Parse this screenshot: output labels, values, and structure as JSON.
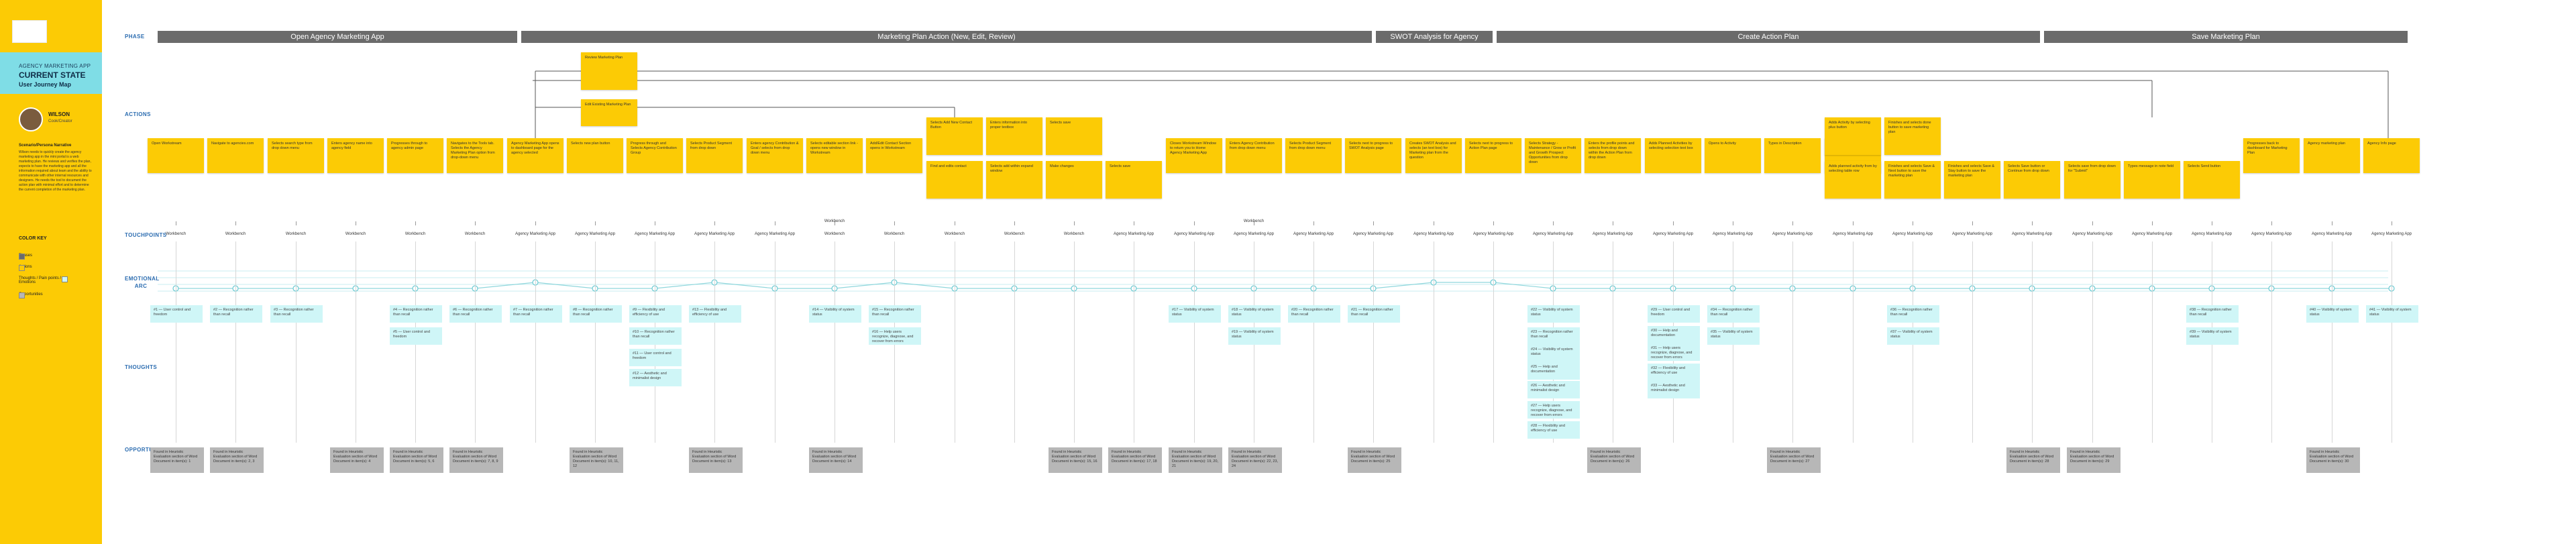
{
  "sidebar": {
    "app_name": "AGENCY MARKETING APP",
    "state": "CURRENT STATE",
    "map_type": "User Journey Map",
    "persona_name": "WILSON",
    "persona_role": "Cook/Creator",
    "goals_title": "Scenario/Persona Narrative",
    "goals_text": "Wilson needs to quickly create the agency marketing app in the mini portal is a web marketing plan. He reviews and verifies the plan, expects to have the marketing app and all the information required about team and the ability to communicate with other internal resources and designers. He needs the tool to document the action plan with minimal effort and to determine the current completion of the marketing plan.",
    "color_key_title": "COLOR KEY",
    "key_items": [
      {
        "label": "Phases",
        "color": "#6b6b6b"
      },
      {
        "label": "Actions",
        "color": "#fccb05"
      },
      {
        "label": "Thoughts / Pain points / Emotions",
        "color": "#cff6f7"
      },
      {
        "label": "Opportunities",
        "color": "#b7b7b7"
      }
    ]
  },
  "row_labels": {
    "phase": "PHASE",
    "actions": "ACTIONS",
    "touchpoints": "TOUCHPOINTS",
    "emotional_arc": "EMOTIONAL ARC",
    "thoughts": "THOUGHTS",
    "opportunities": "OPPORTUNITIES"
  },
  "stages": [
    {
      "label": "Open Agency Marketing App"
    },
    {
      "label": "Marketing Plan Action (New, Edit, Review)"
    },
    {
      "label": "SWOT Analysis for Agency"
    },
    {
      "label": "Create Action Plan"
    },
    {
      "label": "Save Marketing Plan"
    }
  ],
  "actions": [
    {
      "text": "Open Workstream"
    },
    {
      "text": "Navigate to agencies.com"
    },
    {
      "text": "Selects search type from drop down menu"
    },
    {
      "text": "Enters agency name into agency field"
    },
    {
      "text": "Progresses through to agency admin page"
    },
    {
      "text": "Navigates to the Tools tab. Selects the Agency Marketing Plan option from drop-down menu"
    },
    {
      "text": "Agency Marketing App opens to dashboard page for the agency selected"
    },
    {
      "text": "Selects new plan button"
    },
    {
      "text": "Progress through and Selects Agency Contribution Group"
    },
    {
      "text": "Selects Product Segment from drop down"
    },
    {
      "text": "Enters agency Contribution & Goal / selects from drop down menu"
    },
    {
      "text": "Selects editable section link - opens new window in Workstream"
    },
    {
      "text": "Add/Edit Contact Section opens in Workstream"
    },
    {
      "text": "Selects Add New Contact Button"
    },
    {
      "text": "Enters information into proper textbox"
    },
    {
      "text": "Selects save"
    },
    {
      "text": "Find and edits contact"
    },
    {
      "text": "Selects add within expand window"
    },
    {
      "text": "Make changes"
    },
    {
      "text": "Selects save"
    },
    {
      "text": "Closes Workstream Window to return you to Home Agency Marketing App"
    },
    {
      "text": "Enters Agency Contribution from drop down menu"
    },
    {
      "text": "Selects Product Segment from drop down menu"
    },
    {
      "text": "Selects next to progress to SWOT Analysis page"
    },
    {
      "text": "Creates SWOT Analysis and selects (an text box) for Marketing plan from the question"
    },
    {
      "text": "Selects next to progress to Action Plan page"
    },
    {
      "text": "Selects Strategy - Maintenance / Grow or Profit and Growth Prospect Opportunities from drop down"
    },
    {
      "text": "Enters the profile points and selects from drop down within the Action Plan from drop down"
    },
    {
      "text": "Adds Planned Activities by selecting selection text box"
    },
    {
      "text": "Opens to Activity"
    },
    {
      "text": "Types in Description"
    },
    {
      "text": "Selects save"
    },
    {
      "text": "Adds Activity by selecting plus button"
    },
    {
      "text": "Adds planned activity from by selecting table row"
    },
    {
      "text": "Finishes and selects done button to save marketing plan"
    },
    {
      "text": "Finishes and selects Save & Next button to save the marketing plan"
    },
    {
      "text": "Finishes and selects Save & Stay button to save the marketing plan"
    },
    {
      "text": "Selects Save button or Continue from drop down"
    },
    {
      "text": "Selects save from drop down for \"Submit\""
    },
    {
      "text": "Types message in note field"
    },
    {
      "text": "Selects Send button"
    },
    {
      "text": "Progresses back to dashboard for Marketing Plan"
    },
    {
      "text": "Agency marketing plan"
    },
    {
      "text": "Agency Info page"
    }
  ],
  "top_cards": [
    {
      "text": "Review Marketing Plan"
    },
    {
      "text": "Edit Existing Marketing Plan"
    }
  ],
  "touchpoints": [
    "Workbench",
    "Workbench",
    "Workbench",
    "Workbench",
    "Workbench",
    "Workbench",
    "Agency Marketing App",
    "Agency Marketing App",
    "Agency Marketing App",
    "Agency Marketing App",
    "Agency Marketing App",
    "Workbench",
    "Workbench",
    "Workbench",
    "Workbench",
    "Workbench",
    "Agency Marketing App",
    "Agency Marketing App",
    "Agency Marketing App",
    "Agency Marketing App",
    "Agency Marketing App",
    "Agency Marketing App",
    "Agency Marketing App",
    "Agency Marketing App",
    "Agency Marketing App",
    "Agency Marketing App",
    "Agency Marketing App",
    "Agency Marketing App",
    "Agency Marketing App",
    "Agency Marketing App",
    "Agency Marketing App",
    "Agency Marketing App",
    "Agency Marketing App",
    "Agency Marketing App",
    "Agency Marketing App",
    "Agency Marketing App",
    "Agency Marketing App",
    "Agency Marketing App"
  ],
  "touchpoint_extra": [
    {
      "text": "Workbench"
    },
    {
      "text": "Workbench"
    }
  ],
  "thoughts": [
    {
      "text": "#1 — User control and freedom"
    },
    {
      "text": "#2 — Recognition rather than recall"
    },
    {
      "text": "#3 — Recognition rather than recall"
    },
    {
      "text": "#4 — Recognition rather than recall"
    },
    {
      "text": "#5 — User control and freedom"
    },
    {
      "text": "#6 — Recognition rather than recall"
    },
    {
      "text": "#7 — Recognition rather than recall"
    },
    {
      "text": "#8 — Recognition rather than recall"
    },
    {
      "text": "#9 — Flexibility and efficiency of use"
    },
    {
      "text": "#10 — Recognition rather than recall"
    },
    {
      "text": "#11 — User control and freedom"
    },
    {
      "text": "#12 — Aesthetic and minimalist design"
    },
    {
      "text": "#13 — Flexibility and efficiency of use"
    },
    {
      "text": "#14 — Visibility of system status"
    },
    {
      "text": "#15 — Recognition rather than recall"
    },
    {
      "text": "#16 — Help users recognize, diagnose, and recover from errors"
    },
    {
      "text": "#17 — Visibility of system status"
    },
    {
      "text": "#18 — Visibility of system status"
    },
    {
      "text": "#19 — Visibility of system status"
    },
    {
      "text": "#20 — Recognition rather than recall"
    },
    {
      "text": "#21 — Recognition rather than recall"
    },
    {
      "text": "#22 — Visibility of system status"
    },
    {
      "text": "#23 — Recognition rather than recall"
    },
    {
      "text": "#24 — Visibility of system status"
    },
    {
      "text": "#25 — Help and documentation"
    },
    {
      "text": "#26 — Aesthetic and minimalist design"
    },
    {
      "text": "#27 — Help users recognize, diagnose, and recover from errors"
    },
    {
      "text": "#28 — Flexibility and efficiency of use"
    },
    {
      "text": "#29 — User control and freedom"
    },
    {
      "text": "#30 — Help and documentation"
    },
    {
      "text": "#31 — Help users recognize, diagnose, and recover from errors"
    },
    {
      "text": "#32 — Flexibility and efficiency of use"
    },
    {
      "text": "#33 — Aesthetic and minimalist design"
    },
    {
      "text": "#34 — Recognition rather than recall"
    },
    {
      "text": "#35 — Visibility of system status"
    },
    {
      "text": "#36 — Recognition rather than recall"
    },
    {
      "text": "#37 — Visibility of system status"
    },
    {
      "text": "#38 — Recognition rather than recall"
    },
    {
      "text": "#39 — Visibility of system status"
    },
    {
      "text": "#40 — Visibility of system status"
    },
    {
      "text": "#41 — Visibility of system status"
    }
  ],
  "opportunities": [
    {
      "text": "Found in Heuristic Evaluation section of Word Document in item(s): 1"
    },
    {
      "text": "Found in Heuristic Evaluation section of Word Document in item(s): 2, 3"
    },
    {
      "text": "Found in Heuristic Evaluation section of Word Document in item(s): 4"
    },
    {
      "text": "Found in Heuristic Evaluation section of Word Document in item(s): 5, 6"
    },
    {
      "text": "Found in Heuristic Evaluation section of Word Document in item(s): 7, 8, 9"
    },
    {
      "text": "Found in Heuristic Evaluation section of Word Document in item(s): 10, 11, 12"
    },
    {
      "text": "Found in Heuristic Evaluation section of Word Document in item(s): 13"
    },
    {
      "text": "Found in Heuristic Evaluation section of Word Document in item(s): 14"
    },
    {
      "text": "Found in Heuristic Evaluation section of Word Document in item(s): 15, 16"
    },
    {
      "text": "Found in Heuristic Evaluation section of Word Document in item(s): 17, 18"
    },
    {
      "text": "Found in Heuristic Evaluation section of Word Document in item(s): 19, 20, 21"
    },
    {
      "text": "Found in Heuristic Evaluation section of Word Document in item(s): 22, 23, 24"
    },
    {
      "text": "Found in Heuristic Evaluation section of Word Document in item(s): 25"
    },
    {
      "text": "Found in Heuristic Evaluation section of Word Document in item(s): 26"
    },
    {
      "text": "Found in Heuristic Evaluation section of Word Document in item(s): 27"
    },
    {
      "text": "Found in Heuristic Evaluation section of Word Document in item(s): 28"
    },
    {
      "text": "Found in Heuristic Evaluation section of Word Document in item(s): 29"
    },
    {
      "text": "Found in Heuristic Evaluation section of Word Document in item(s): 30"
    }
  ],
  "emotional_arc": [
    3,
    3,
    3,
    3,
    3,
    3,
    2,
    3,
    3,
    2,
    3,
    3,
    2,
    3,
    3,
    3,
    3,
    3,
    3,
    3,
    3,
    2,
    2,
    3,
    3,
    3,
    3,
    3,
    3,
    3,
    3,
    3,
    3,
    3,
    3,
    3,
    3,
    3
  ]
}
